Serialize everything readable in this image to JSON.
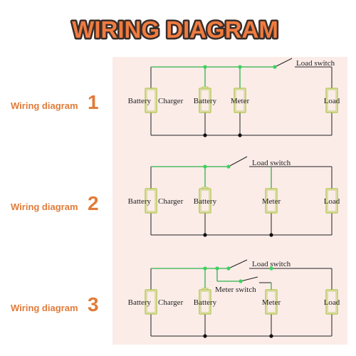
{
  "title": "WIRING DIAGRAM",
  "colors": {
    "title_fill": "#f07b3f",
    "title_stroke": "#3a2e2a",
    "label": "#e07b39",
    "panel_bg": "#fbece8",
    "wire": "#2db34a",
    "node": "#39d45c",
    "ground_node": "#111111",
    "component_outline": "#a8c23a"
  },
  "diagrams": [
    {
      "label": "Wiring diagram",
      "number": "1",
      "components": [
        "Battery",
        "Charger",
        "Battery",
        "Meter",
        "Load"
      ],
      "switches": [
        "Load switch"
      ]
    },
    {
      "label": "Wiring diagram",
      "number": "2",
      "components": [
        "Battery",
        "Charger",
        "Battery",
        "Meter",
        "Load"
      ],
      "switches": [
        "Load switch"
      ]
    },
    {
      "label": "Wiring diagram",
      "number": "3",
      "components": [
        "Battery",
        "Charger",
        "Battery",
        "Meter",
        "Load"
      ],
      "switches": [
        "Load switch",
        "Meter switch"
      ]
    }
  ]
}
